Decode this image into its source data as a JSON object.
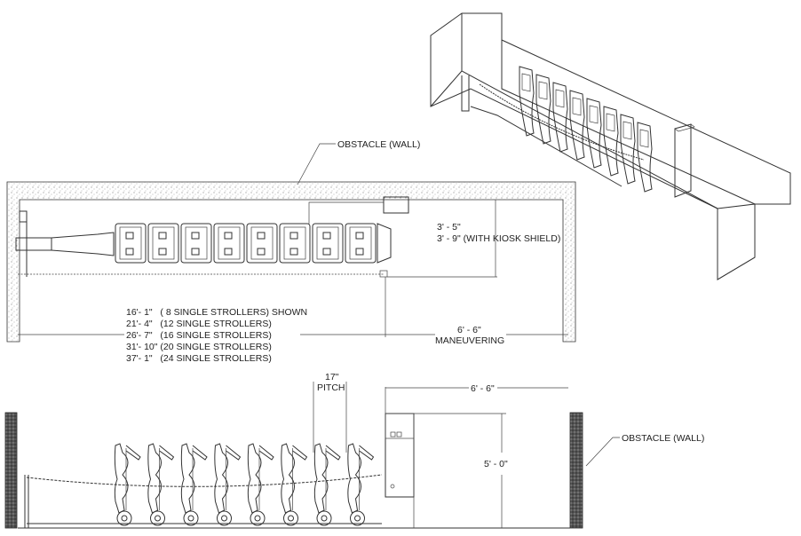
{
  "plan_view": {
    "wall_label": "OBSTACLE (WALL)",
    "depth_dim": "3' - 5\"",
    "depth_dim_kiosk": "3' - 9\" (WITH KIOSK SHIELD)",
    "maneuver_dim": "6' - 6\"",
    "maneuver_label": "MANEUVERING",
    "stroller_count_shown": 8,
    "length_options": [
      "16'- 1\"   ( 8 SINGLE STROLLERS) SHOWN",
      "21'- 4\"   (12 SINGLE STROLLERS)",
      "26'- 7\"   (16 SINGLE STROLLERS)",
      "31'- 10\" (20 SINGLE STROLLERS)",
      "37'- 1\"   (24 SINGLE STROLLERS)"
    ]
  },
  "elevation_view": {
    "pitch_dim": "17\"",
    "pitch_label": "PITCH",
    "clearance_dim": "6' - 6\"",
    "height_dim": "5' - 0\"",
    "wall_label": "OBSTACLE (WALL)",
    "stroller_count_shown": 8
  }
}
